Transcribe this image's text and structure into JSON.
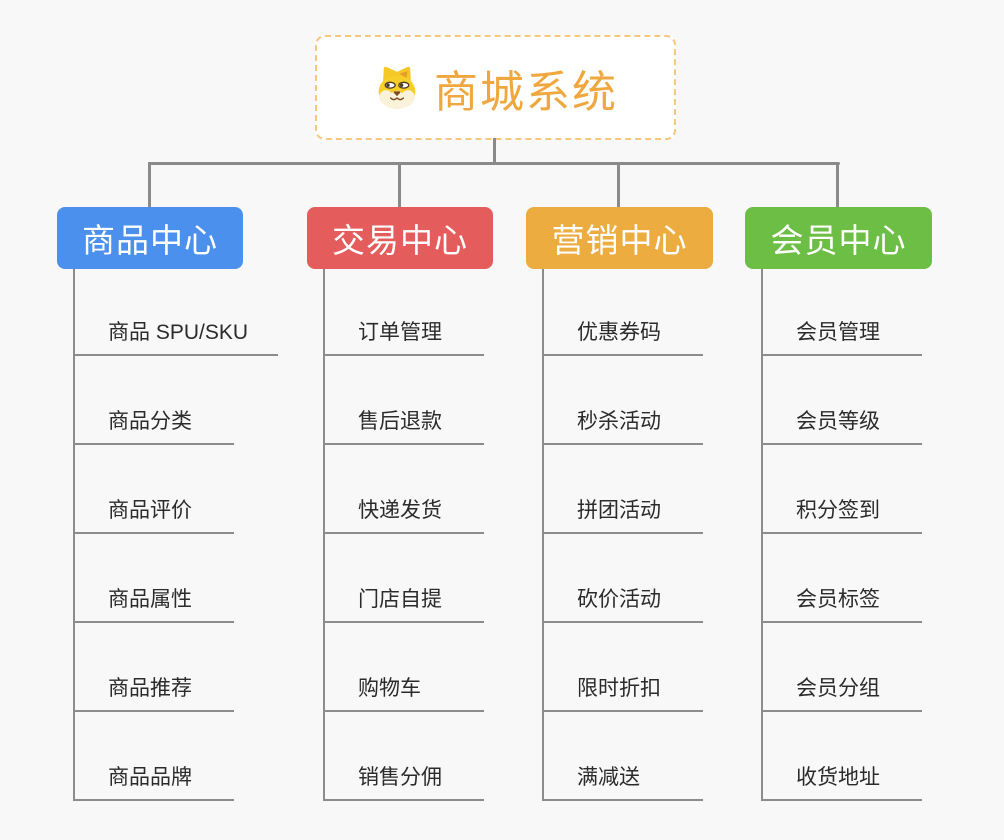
{
  "root": {
    "title": "商城系统",
    "icon": "dog-face-icon"
  },
  "branches": [
    {
      "label": "商品中心",
      "color": "#4B90EC",
      "children": [
        "商品 SPU/SKU",
        "商品分类",
        "商品评价",
        "商品属性",
        "商品推荐",
        "商品品牌"
      ]
    },
    {
      "label": "交易中心",
      "color": "#E55C5C",
      "children": [
        "订单管理",
        "售后退款",
        "快递发货",
        "门店自提",
        "购物车",
        "销售分佣"
      ]
    },
    {
      "label": "营销中心",
      "color": "#ECAC40",
      "children": [
        "优惠券码",
        "秒杀活动",
        "拼团活动",
        "砍价活动",
        "限时折扣",
        "满减送"
      ]
    },
    {
      "label": "会员中心",
      "color": "#6CBE45",
      "children": [
        "会员管理",
        "会员等级",
        "积分签到",
        "会员标签",
        "会员分组",
        "收货地址"
      ]
    }
  ],
  "colors": {
    "background": "#F8F8F8",
    "connector": "#8A8A8A",
    "leaf_line": "#8C8C8C",
    "root_border": "#F6C77D",
    "root_text": "#EFA73E",
    "leaf_text": "#2B2B2B",
    "node_text": "#FFFFFF"
  }
}
